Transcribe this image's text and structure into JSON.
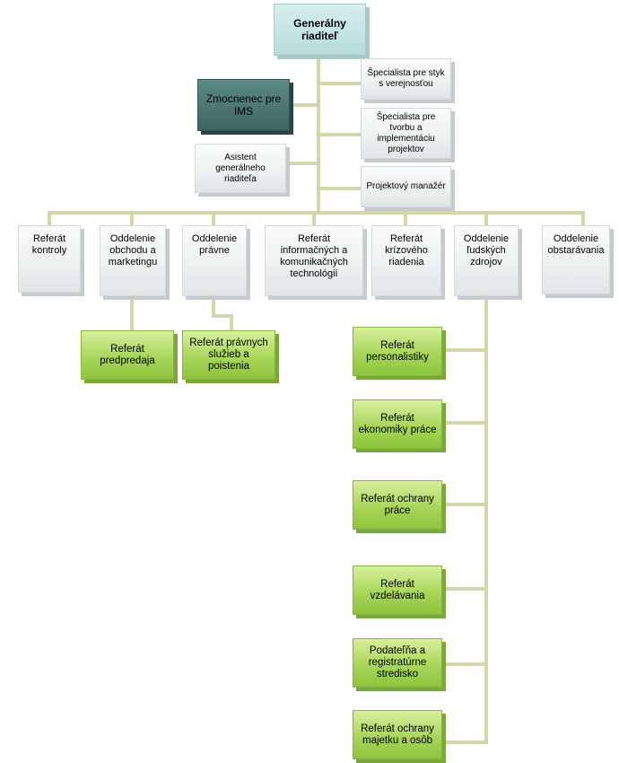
{
  "colors": {
    "connector": "#d4d5a8",
    "gray_box": "#e6eaeb",
    "teal_box": "#b9dfde",
    "dark_box": "#3f6a67",
    "green_box": "#a8d65a"
  },
  "ceo": {
    "label": "Generálny riaditeľ"
  },
  "side": {
    "zmocnenec": "Zmocnenec pre IMS",
    "asistent": "Asistent generálneho riaditeľa",
    "spec_styk": "Špecialista pre styk s verejnosťou",
    "spec_tvorba": "Špecialista pre tvorbu a implementáciu projektov",
    "projektovy": "Projektový manažér"
  },
  "departments": [
    "Referát kontroly",
    "Oddelenie obchodu a marketingu",
    "Oddelenie právne",
    "Referát informačných a komunikačných technológií",
    "Referát krízového riadenia",
    "Oddelenie ľudských zdrojov",
    "Oddelenie obstarávania"
  ],
  "sub_obchod": "Referát predpredaja",
  "sub_pravne": "Referát právnych služieb a poistenia",
  "sub_lz": [
    "Referát personalistiky",
    "Referát ekonomiky práce",
    "Referát ochrany práce",
    "Referát vzdelávania",
    "Podateľňa a registratúrne stredisko",
    "Referát ochrany majetku a osôb"
  ]
}
